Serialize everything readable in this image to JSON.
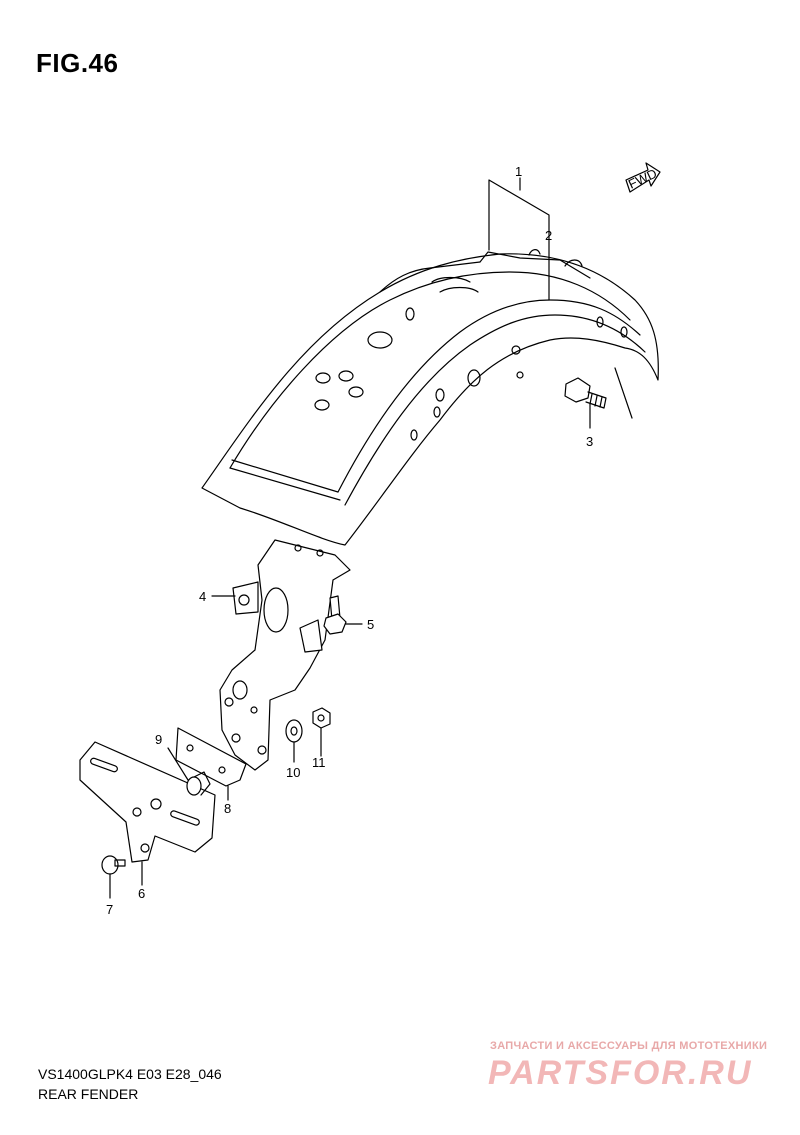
{
  "figure": {
    "title": "FIG.46"
  },
  "direction_badge": {
    "label": "FWD"
  },
  "callouts": [
    "1",
    "2",
    "3",
    "4",
    "5",
    "6",
    "7",
    "8",
    "9",
    "10",
    "11"
  ],
  "footer": {
    "model_code": "VS1400GLPK4 E03 E28_046",
    "section_name": "REAR FENDER"
  },
  "watermark": {
    "subtitle": "ЗАПЧАСТИ И АКСЕССУАРЫ ДЛЯ МОТОТЕХНИКИ",
    "logo_text": "PARTSFOR.RU"
  }
}
